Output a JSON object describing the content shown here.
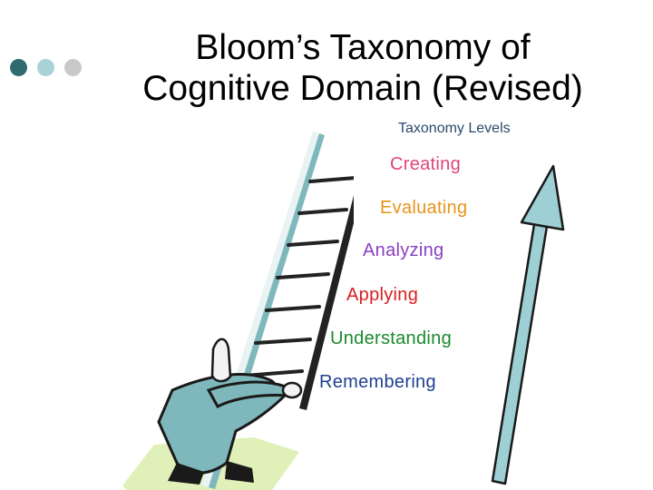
{
  "slide": {
    "title_line1": "Bloom’s Taxonomy of",
    "title_line2": "Cognitive Domain (Revised)"
  },
  "diagram": {
    "heading": "Taxonomy Levels",
    "levels": [
      {
        "label": "Creating",
        "color": "#e0457b"
      },
      {
        "label": "Evaluating",
        "color": "#e8941a"
      },
      {
        "label": "Analyzing",
        "color": "#8a3fc2"
      },
      {
        "label": "Applying",
        "color": "#d91e1e"
      },
      {
        "label": "Understanding",
        "color": "#1b8a2d"
      },
      {
        "label": "Remembering",
        "color": "#1f3f8f"
      }
    ],
    "arrow_color": "#9dcfd4",
    "illustration": "person-climbing-ladder"
  },
  "decor": {
    "dot_colors": [
      "#2f6b6e",
      "#a9d2d6",
      "#c9c9c9"
    ]
  }
}
